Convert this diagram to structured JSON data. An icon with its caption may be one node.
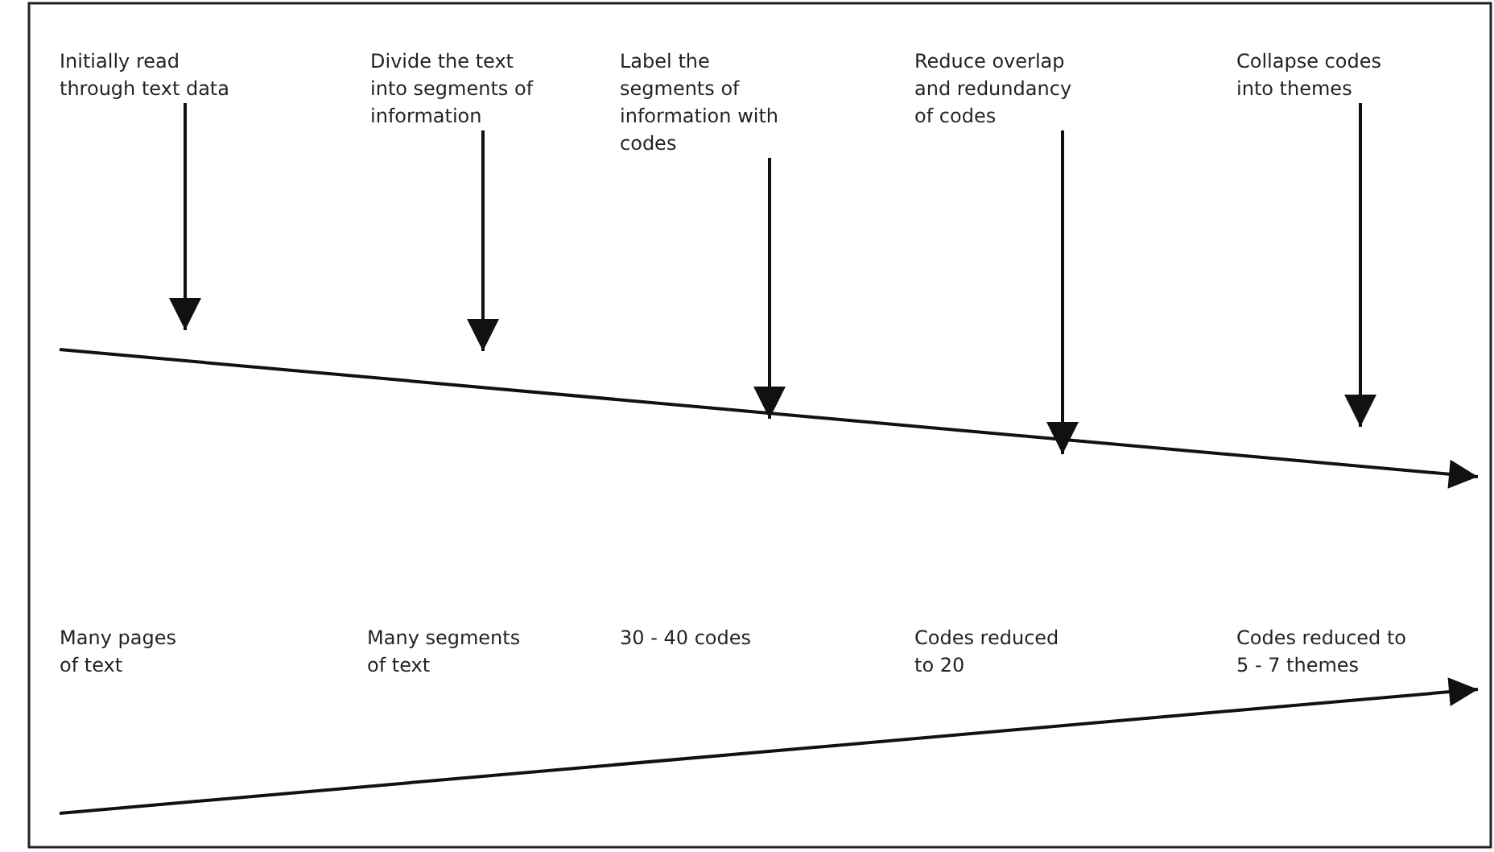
{
  "diagram": {
    "nodes": [
      {
        "text": [
          "Initially read through text data"
        ]
      },
      {
        "text": [
          "Divide the text into segments of information"
        ]
      },
      {
        "text": [
          "Label the segments of information with codes"
        ]
      },
      {
        "text": [
          "Reduce overlap and redundancy of codes"
        ]
      },
      {
        "text": [
          "Collapse codes into themes"
        ]
      }
    ],
    "edges": [
      {
        "from": 0,
        "to": null,
        "arrow": "to"
      },
      {
        "from": 1,
        "to": null,
        "arrow": "to"
      },
      {
        "from": 2,
        "to": null,
        "arrow": "to"
      },
      {
        "from": 3,
        "to": null,
        "arrow": "to"
      },
      {
        "from": 4,
        "to": null,
        "arrow": "to"
      }
    ],
    "labels": [
      "Many pages of text",
      "Many segments of text",
      "30 - 40 codes",
      "Codes reduced to 20",
      "Codes reduced to 5 - 7 themes"
    ]
  }
}
